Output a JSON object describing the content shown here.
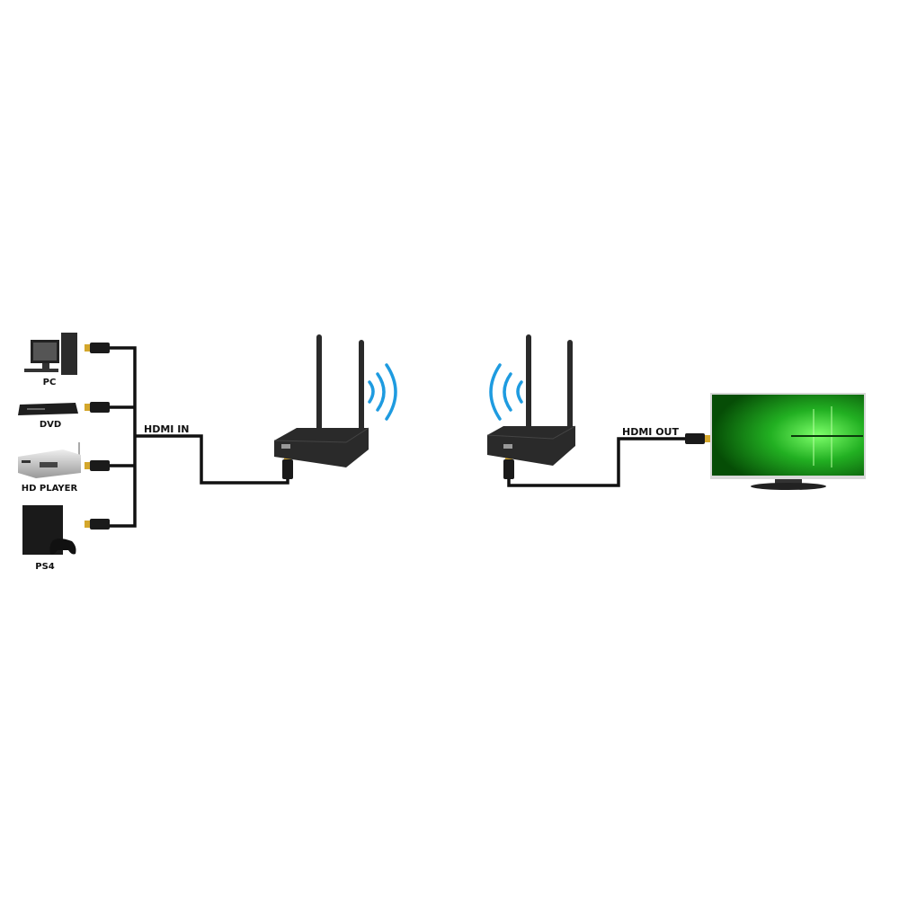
{
  "sources": [
    {
      "label": "PC",
      "icon": "desktop-pc-icon"
    },
    {
      "label": "DVD",
      "icon": "dvd-player-icon"
    },
    {
      "label": "HD PLAYER",
      "icon": "media-box-icon"
    },
    {
      "label": "PS4",
      "icon": "game-console-icon"
    }
  ],
  "cables": {
    "input_label": "HDMI IN",
    "output_label": "HDMI OUT"
  },
  "colors": {
    "cable": "#111111",
    "connector_gold": "#d4a72c",
    "wireless_wave": "#1e9be0",
    "screen_green": "#2fd12f",
    "device_body": "#2a2a2a"
  }
}
